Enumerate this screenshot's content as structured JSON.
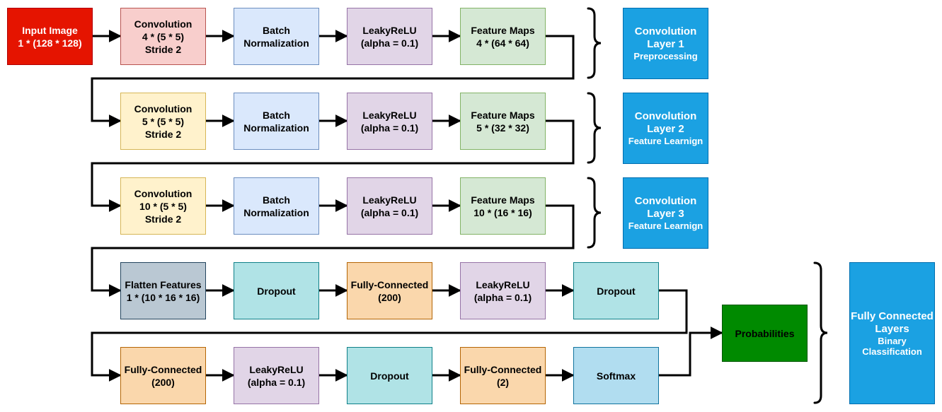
{
  "colors": {
    "input": "#e51400",
    "conv1": "#f8cecc",
    "batchnorm": "#dae8fc",
    "leaky": "#e1d5e7",
    "featuremaps": "#d5e8d4",
    "conv2": "#fff2cc",
    "flatten": "#bac8d3",
    "dropout": "#b0e3e6",
    "fc": "#fad7ac",
    "softmax": "#b1ddf0",
    "probabilities": "#008a00",
    "layer_label": "#1ba1e2"
  },
  "rows": [
    [
      {
        "lines": [
          "Input Image",
          "1 * (128 * 128)"
        ]
      },
      {
        "lines": [
          "Convolution",
          "4 * (5 * 5)",
          "Stride 2"
        ]
      },
      {
        "lines": [
          "Batch",
          "Normalization"
        ]
      },
      {
        "lines": [
          "LeakyReLU",
          "(alpha = 0.1)"
        ]
      },
      {
        "lines": [
          "Feature Maps",
          "4 * (64 * 64)"
        ]
      }
    ],
    [
      {
        "lines": [
          "Convolution",
          "5 * (5 * 5)",
          "Stride 2"
        ]
      },
      {
        "lines": [
          "Batch",
          "Normalization"
        ]
      },
      {
        "lines": [
          "LeakyReLU",
          "(alpha = 0.1)"
        ]
      },
      {
        "lines": [
          "Feature Maps",
          "5 * (32 * 32)"
        ]
      }
    ],
    [
      {
        "lines": [
          "Convolution",
          "10 * (5 * 5)",
          "Stride 2"
        ]
      },
      {
        "lines": [
          "Batch",
          "Normalization"
        ]
      },
      {
        "lines": [
          "LeakyReLU",
          "(alpha = 0.1)"
        ]
      },
      {
        "lines": [
          "Feature Maps",
          "10 * (16 * 16)"
        ]
      }
    ],
    [
      {
        "lines": [
          "Flatten Features",
          "1 * (10 * 16 * 16)"
        ]
      },
      {
        "lines": [
          "Dropout"
        ]
      },
      {
        "lines": [
          "Fully-Connected",
          "(200)"
        ]
      },
      {
        "lines": [
          "LeakyReLU",
          "(alpha = 0.1)"
        ]
      },
      {
        "lines": [
          "Dropout"
        ]
      }
    ],
    [
      {
        "lines": [
          "Fully-Connected",
          "(200)"
        ]
      },
      {
        "lines": [
          "LeakyReLU",
          "(alpha = 0.1)"
        ]
      },
      {
        "lines": [
          "Dropout"
        ]
      },
      {
        "lines": [
          "Fully-Connected",
          "(2)"
        ]
      },
      {
        "lines": [
          "Softmax"
        ]
      }
    ]
  ],
  "probabilities": "Probabilities",
  "layers": [
    {
      "title": [
        "Convolution",
        "Layer 1"
      ],
      "sub": [
        "Preprocessing"
      ]
    },
    {
      "title": [
        "Convolution",
        "Layer 2"
      ],
      "sub": [
        "Feature Learnign"
      ]
    },
    {
      "title": [
        "Convolution",
        "Layer 3"
      ],
      "sub": [
        "Feature Learnign"
      ]
    },
    {
      "title": [
        "Fully Connected",
        "Layers"
      ],
      "sub": [
        "Binary",
        "Classification"
      ]
    }
  ]
}
